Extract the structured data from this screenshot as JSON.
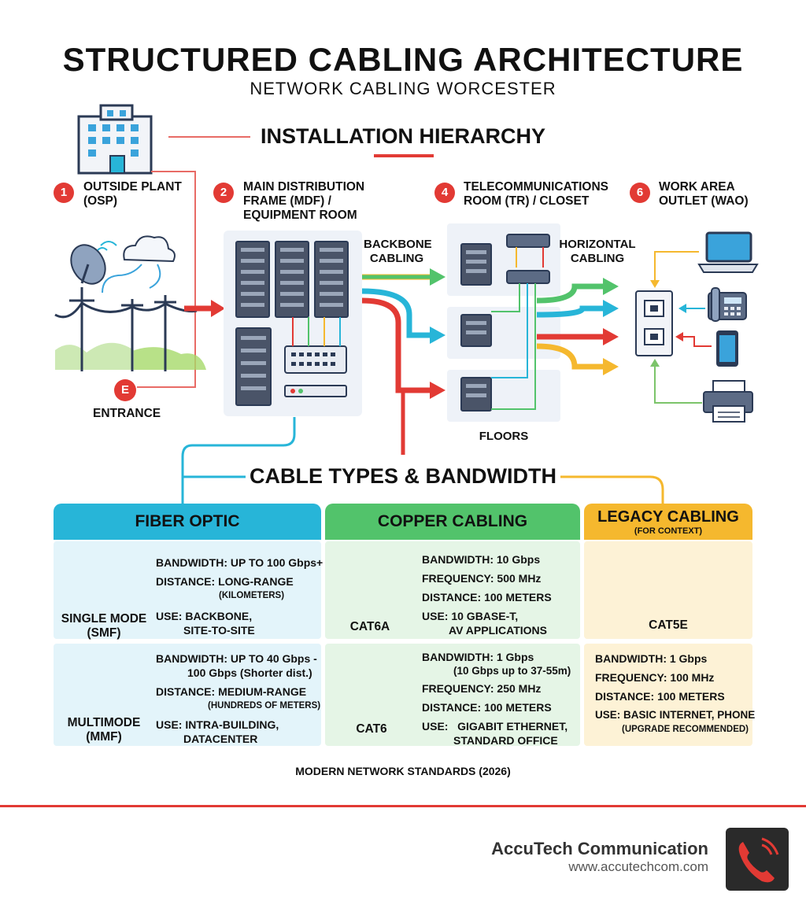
{
  "header": {
    "title": "STRUCTURED CABLING ARCHITECTURE",
    "subtitle": "NETWORK CABLING WORCESTER"
  },
  "installation": {
    "heading": "INSTALLATION HIERARCHY",
    "stages": [
      {
        "number": "1",
        "label_line1": "OUTSIDE PLANT",
        "label_line2": "(OSP)"
      },
      {
        "number": "2",
        "label_line1": "MAIN DISTRIBUTION",
        "label_line2": "FRAME (MDF) /",
        "label_line3": "EQUIPMENT ROOM"
      },
      {
        "number": "4",
        "label_line1": "TELECOMMUNICATIONS",
        "label_line2": "ROOM (TR) / CLOSET"
      },
      {
        "number": "6",
        "label_line1": "WORK AREA",
        "label_line2": "OUTLET (WAO)"
      }
    ],
    "entrance_badge": "E",
    "entrance_label": "ENTRANCE",
    "backbone_label_line1": "BACKBONE",
    "backbone_label_line2": "CABLING",
    "horizontal_label_line1": "HORIZONTAL",
    "horizontal_label_line2": "CABLING",
    "floors_label": "FLOORS"
  },
  "cables": {
    "heading": "CABLE TYPES & BANDWIDTH",
    "columns": [
      {
        "title": "FIBER OPTIC",
        "subtitle": "",
        "color": "#27b5d8"
      },
      {
        "title": "COPPER CABLING",
        "subtitle": "",
        "color": "#52c36b"
      },
      {
        "title": "LEGACY CABLING",
        "subtitle": "(FOR CONTEXT)",
        "color": "#f5b82e"
      }
    ],
    "fiber": {
      "single": {
        "name_line1": "SINGLE MODE",
        "name_line2": "(SMF)",
        "bandwidth": "BANDWIDTH: UP TO 100 Gbps+",
        "distance": "DISTANCE: LONG-RANGE",
        "distance_note": "(KILOMETERS)",
        "use_line1": "USE: BACKBONE,",
        "use_line2": "SITE-TO-SITE"
      },
      "multi": {
        "name_line1": "MULTIMODE",
        "name_line2": "(MMF)",
        "bandwidth_line1": "BANDWIDTH: UP TO 40 Gbps -",
        "bandwidth_line2": "100 Gbps (Shorter dist.)",
        "distance": "DISTANCE: MEDIUM-RANGE",
        "distance_note": "(HUNDREDS OF METERS)",
        "use_line1": "USE: INTRA-BUILDING,",
        "use_line2": "DATACENTER"
      }
    },
    "copper": {
      "cat6a": {
        "name": "CAT6A",
        "bandwidth": "BANDWIDTH: 10 Gbps",
        "frequency": "FREQUENCY: 500 MHz",
        "distance": "DISTANCE: 100 METERS",
        "use_line1": "USE: 10 GBASE-T,",
        "use_line2": "AV APPLICATIONS"
      },
      "cat6": {
        "name": "CAT6",
        "bandwidth": "BANDWIDTH: 1 Gbps",
        "bandwidth_note": "(10 Gbps up to 37-55m)",
        "frequency": "FREQUENCY: 250 MHz",
        "distance": "DISTANCE: 100 METERS",
        "use_line1": "USE:   GIGABIT ETHERNET,",
        "use_line2": "STANDARD OFFICE"
      }
    },
    "legacy": {
      "cat5e": {
        "name": "CAT5E",
        "bandwidth": "BANDWIDTH: 1 Gbps",
        "frequency": "FREQUENCY: 100 MHz",
        "distance": "DISTANCE: 100 METERS",
        "use": "USE: BASIC INTERNET, PHONE",
        "use_note": "(UPGRADE RECOMMENDED)"
      }
    },
    "standards_note": "MODERN NETWORK STANDARDS (2026)"
  },
  "footer": {
    "company": "AccuTech Communication",
    "website": "www.accutechcom.com"
  },
  "colors": {
    "accent_red": "#e23a34",
    "fiber_blue": "#27b5d8",
    "copper_green": "#52c36b",
    "legacy_yellow": "#f5b82e"
  }
}
